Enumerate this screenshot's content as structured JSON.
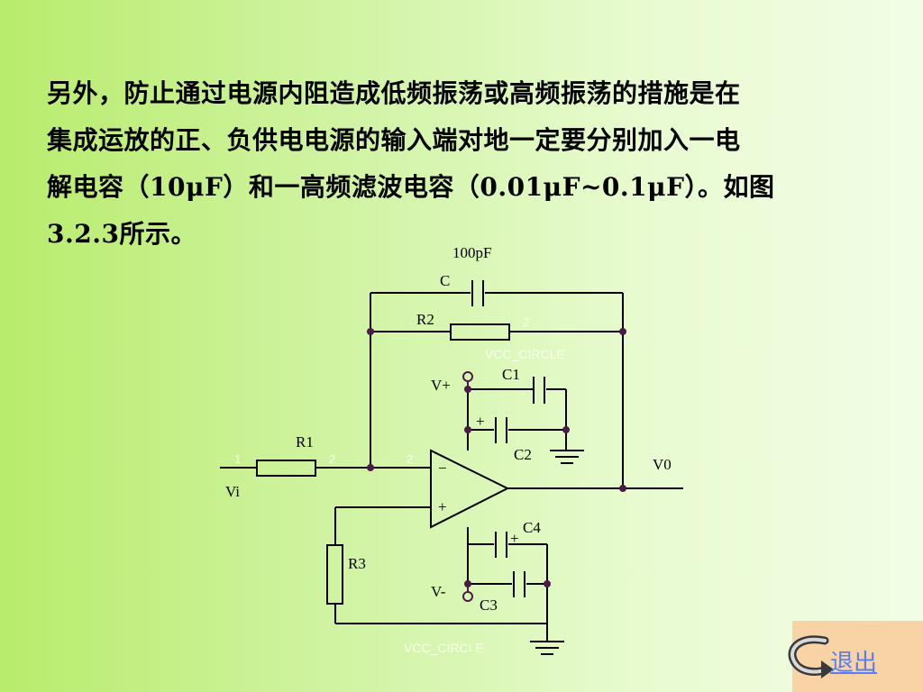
{
  "paragraph": [
    "另外，防止通过电源内阻造成低频振荡或高频振荡的措施是在",
    "集成运放的正、负供电电源的输入端对地一定要分别加入一电",
    "解电容（",
    "10μF",
    "）和一高频滤波电容（",
    "0.01μF~0.1μF",
    "）。如图",
    "3.2.3",
    "所示。"
  ],
  "circuit": {
    "cap_value": "100pF",
    "c": "C",
    "r2": "R2",
    "r1": "R1",
    "r3": "R3",
    "c1": "C1",
    "c2": "C2",
    "c3": "C3",
    "c4": "C4",
    "vplus": "V+",
    "vminus": "V-",
    "vi": "Vi",
    "v0": "V0",
    "plus_sign": "+",
    "minus_sign": "−",
    "vcc1": "VCC_CIRCLE",
    "vcc2": "VCC_CIRCLE",
    "pin1": "1",
    "pin2": "2"
  },
  "exit_button": {
    "label": "退出"
  },
  "colors": {
    "background_left": "#b8ec6c",
    "background_right": "#f2fde6",
    "exit_bg": "#f8d3a6",
    "exit_text": "#5a7cf0"
  }
}
